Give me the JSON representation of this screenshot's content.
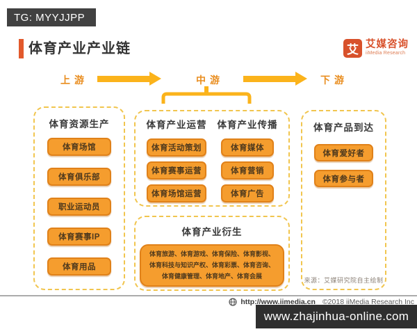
{
  "watermark_top": {
    "text": "TG: MYYJJPP"
  },
  "header": {
    "title": "体育产业产业链",
    "logo": {
      "glyph": "艾",
      "brand": "艾媒咨询",
      "brand_sub": "iiMedia Research"
    }
  },
  "stages": {
    "upstream": "上游",
    "midstream": "中游",
    "downstream": "下游"
  },
  "diagram": {
    "upstream_box": {
      "title": "体育资源生产",
      "items": [
        "体育场馆",
        "体育俱乐部",
        "职业运动员",
        "体育赛事IP",
        "体育用品"
      ]
    },
    "midstream_box": {
      "columns": [
        {
          "title": "体育产业运营",
          "items": [
            "体育活动策划",
            "体育赛事运营",
            "体育场馆运营"
          ]
        },
        {
          "title": "体育产业传播",
          "items": [
            "体育媒体",
            "体育营销",
            "体育广告"
          ]
        }
      ]
    },
    "derivative_box": {
      "title": "体育产业衍生",
      "content": "体育旅游、体育游戏、体育保险、体育影视、体育科技与知识产权、体育彩票、体育咨询、体育健康管理、体育地产、体育会展"
    },
    "downstream_box": {
      "title": "体育产品到达",
      "items": [
        "体育爱好者",
        "体育参与者"
      ]
    },
    "source_note": "来源：艾媒研究院自主绘制"
  },
  "footer": {
    "url": "http://www.iimedia.cn",
    "copyright": "©2018  iiMedia Research Inc"
  },
  "watermark_bottom": {
    "text": "www.zhajinhua-online.com"
  },
  "colors": {
    "amber": "#FBB31B",
    "dashed_border": "#F1C54E",
    "pill_bg": "#F59D2E",
    "pill_border": "#E08119",
    "pill_text": "#4E391D",
    "accent": "#E2592C",
    "logo_red": "#D8512B",
    "stage_label": "#E98E20",
    "top_bar": "#414141",
    "bottom_bar": "#2F2F2F"
  }
}
